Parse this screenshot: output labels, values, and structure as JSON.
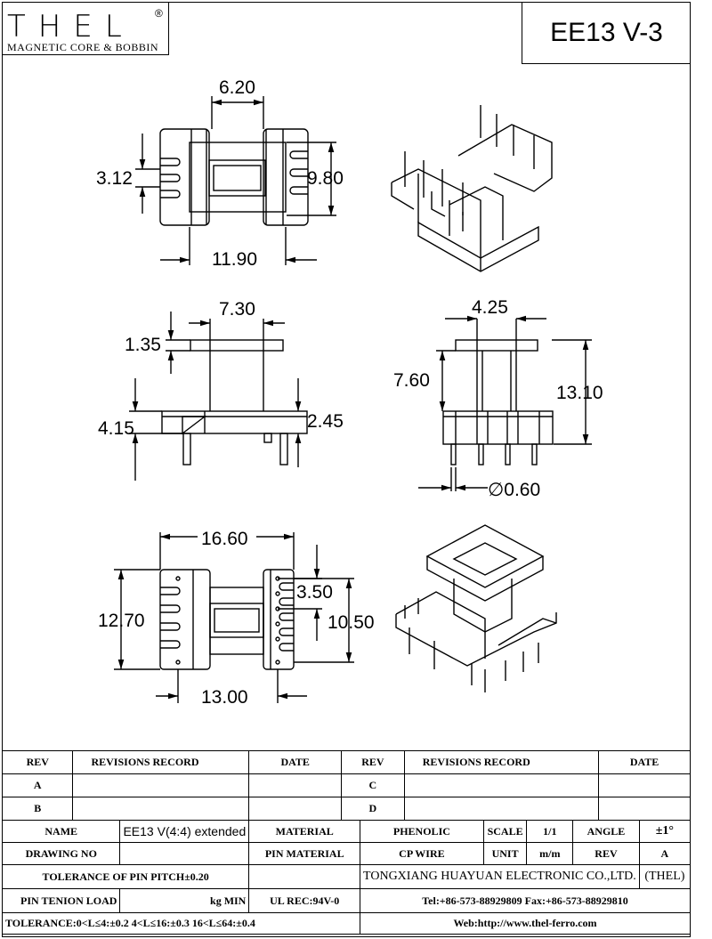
{
  "logo": {
    "brand": "THEL",
    "registered": "®",
    "subtitle": "MAGNETIC CORE & BOBBIN"
  },
  "part_code": "EE13 V-3",
  "dimensions": {
    "top_width_inner": "6.20",
    "top_pitch": "3.12",
    "top_height": "9.80",
    "top_width": "11.90",
    "side_top": "7.30",
    "side_flange": "1.35",
    "side_base": "4.15",
    "side_pin": "2.45",
    "end_top": "4.25",
    "end_height_a": "7.60",
    "end_height_b": "13.10",
    "pin_dia": "∅0.60",
    "bottom_width": "16.60",
    "bottom_pitch": "3.50",
    "bottom_height_a": "12.70",
    "bottom_height_b": "10.50",
    "bottom_span": "13.00"
  },
  "title_block": {
    "rev_header": "REV",
    "revisions_header": "REVISIONS RECORD",
    "date_header": "DATE",
    "rev_a": "A",
    "rev_b": "B",
    "rev_c": "C",
    "rev_d": "D",
    "name_label": "NAME",
    "name_value": "EE13 V(4:4) extended",
    "material_label": "MATERIAL",
    "material_value": "PHENOLIC",
    "scale_label": "SCALE",
    "scale_value": "1/1",
    "angle_label": "ANGLE",
    "angle_value": "±1°",
    "drawing_no_label": "DRAWING NO",
    "pin_material_label": "PIN MATERIAL",
    "pin_material_value": "CP WIRE",
    "unit_label": "UNIT",
    "unit_value": "m/m",
    "rev_label": "REV",
    "rev_value": "A",
    "pitch_tolerance": "TOLERANCE OF PIN PITCH±0.20",
    "company": "TONGXIANG HUAYUAN ELECTRONIC CO.,LTD.",
    "company_short": "(THEL)",
    "pin_load_label": "PIN TENION LOAD",
    "pin_load_unit": "kg MIN",
    "ul_rec": "UL REC:94V-0",
    "tel_fax": "Tel:+86-573-88929809 Fax:+86-573-88929810",
    "tolerance": "TOLERANCE:0<L≤4:±0.2  4<L≤16:±0.3  16<L≤64:±0.4",
    "web": "Web:http://www.thel-ferro.com"
  }
}
